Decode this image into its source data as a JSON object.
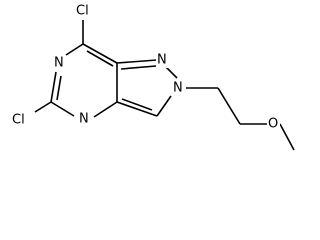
{
  "molecule": {
    "atoms": {
      "cl_top": "Cl",
      "cl_left": "Cl",
      "n_left": "N",
      "n_bottom": "N",
      "n_top": "N",
      "n_right": "N",
      "o": "O"
    }
  },
  "colors": {
    "bond": "#000000",
    "text": "#000000",
    "background": "#ffffff"
  }
}
